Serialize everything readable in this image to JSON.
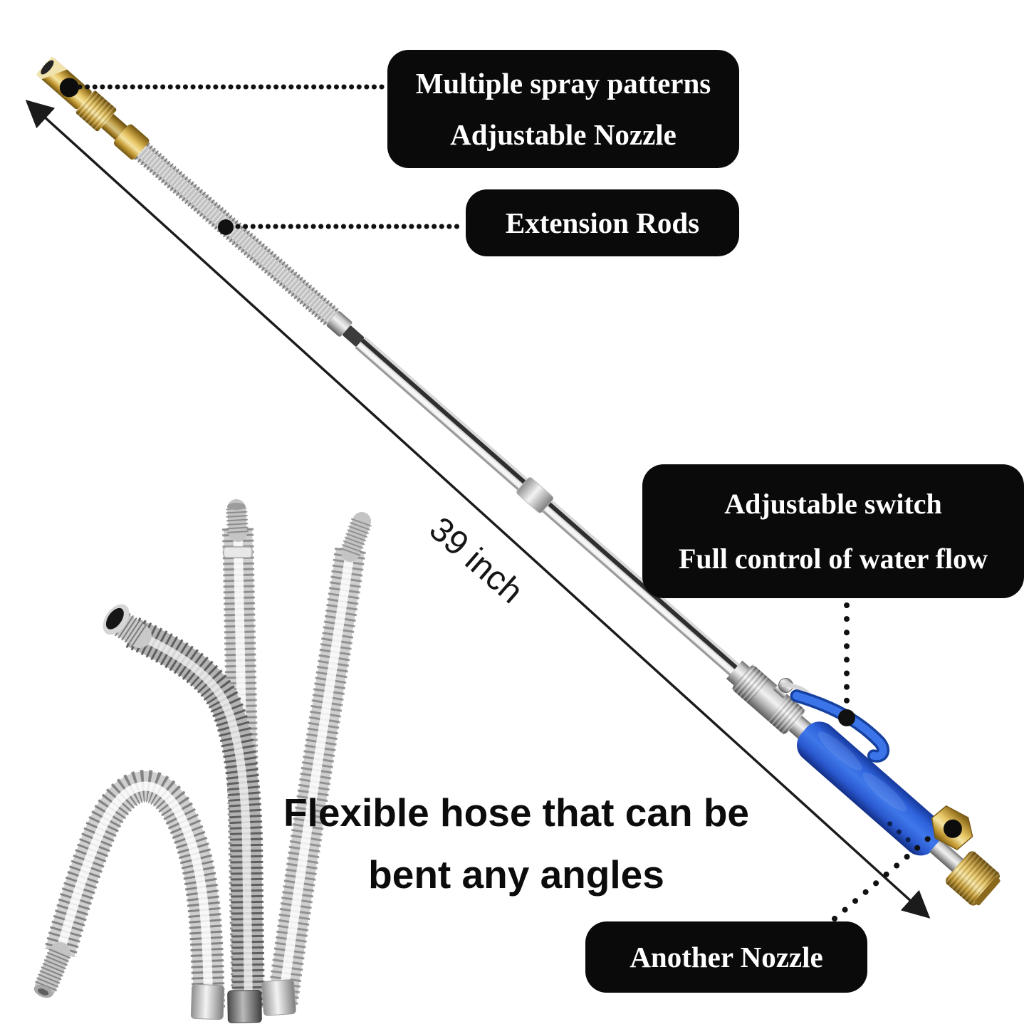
{
  "callouts": {
    "nozzle": {
      "line1": "Multiple spray patterns",
      "line2": "Adjustable Nozzle"
    },
    "extension": {
      "line1": "Extension Rods"
    },
    "switch": {
      "line1": "Adjustable switch",
      "line2": "Full control of water flow"
    },
    "another_nozzle": {
      "line1": "Another Nozzle"
    }
  },
  "captions": {
    "length": "39 inch",
    "hose_line1": "Flexible hose that can be",
    "hose_line2": "bent any angles"
  },
  "colors": {
    "callout_bg": "#0a0a0a",
    "callout_text": "#ffffff",
    "brass": "#c9a43e",
    "grip_blue": "#2e63dd",
    "steel": "#c9c9c9",
    "line_black": "#1b1b1b",
    "background": "#ffffff"
  }
}
